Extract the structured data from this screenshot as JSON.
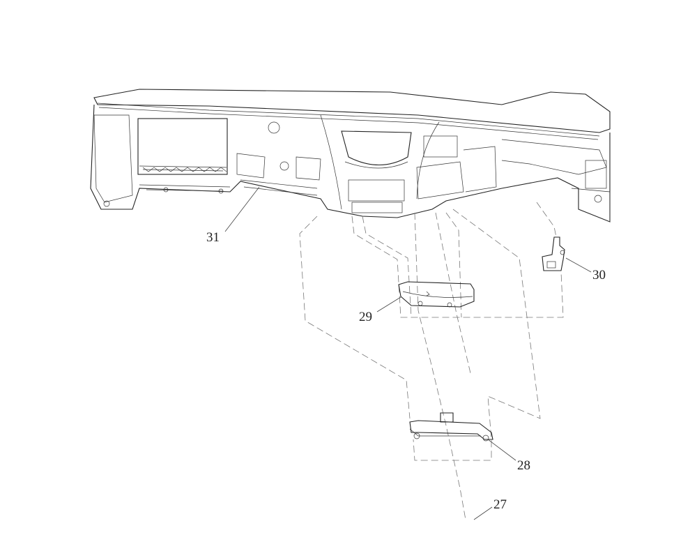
{
  "diagram": {
    "type": "exploded-parts-diagram",
    "callouts": [
      {
        "id": "31",
        "text": "31"
      },
      {
        "id": "30",
        "text": "30"
      },
      {
        "id": "29",
        "text": "29"
      },
      {
        "id": "28",
        "text": "28"
      },
      {
        "id": "27",
        "text": "27"
      }
    ]
  }
}
